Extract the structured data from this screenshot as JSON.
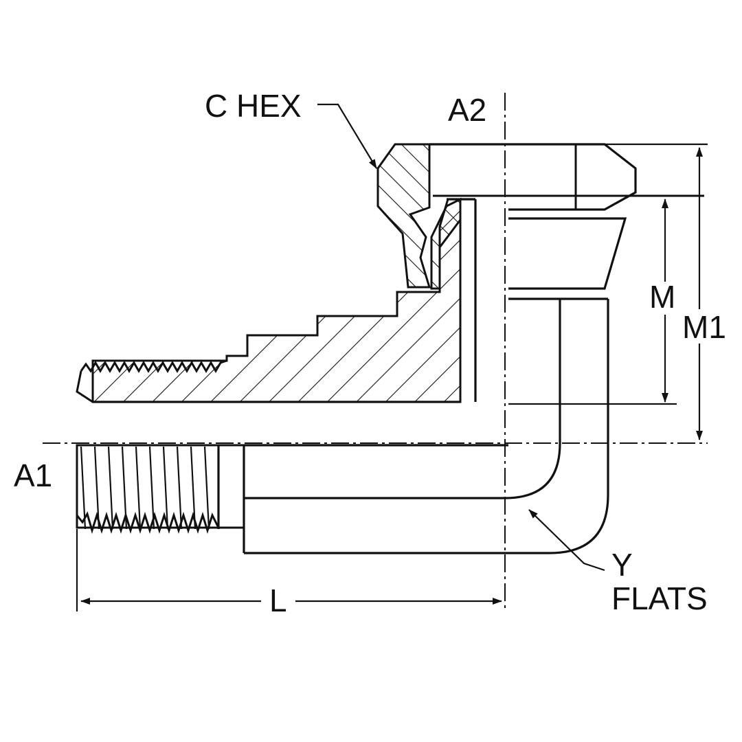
{
  "labels": {
    "c_hex": "C HEX",
    "a2": "A2",
    "a1": "A1",
    "m": "M",
    "m1": "M1",
    "l": "L",
    "y": "Y",
    "flats": "FLATS"
  },
  "colors": {
    "line": "#111111",
    "background": "#ffffff"
  }
}
